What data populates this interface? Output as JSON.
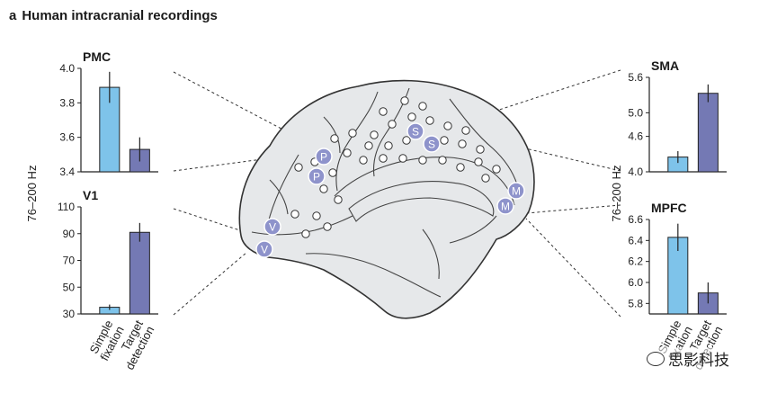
{
  "heading": {
    "letter": "a",
    "title": "Human intracranial recordings"
  },
  "y_axis_label": "76–200 Hz",
  "x_categories": [
    "Simple\nfixation",
    "Target\ndetection"
  ],
  "colors": {
    "bar_simple": "#7ec3ea",
    "bar_target": "#7479b4",
    "brain_fill": "#e6e8ea",
    "electrode_marker": "#8e93cb",
    "electrode_ring": "#ffffff"
  },
  "electrode_labels": [
    "P",
    "P",
    "S",
    "S",
    "M",
    "M",
    "V",
    "V"
  ],
  "watermark": "思影科技",
  "chart_data": [
    {
      "type": "bar",
      "title": "PMC",
      "categories": [
        "Simple fixation",
        "Target detection"
      ],
      "values": [
        3.89,
        3.53
      ],
      "errors": [
        0.09,
        0.07
      ],
      "ylim": [
        3.4,
        4.0
      ],
      "yticks": [
        "4.0",
        "3.8",
        "3.6",
        "3.4"
      ]
    },
    {
      "type": "bar",
      "title": "V1",
      "categories": [
        "Simple fixation",
        "Target detection"
      ],
      "values": [
        35,
        91
      ],
      "errors": [
        2,
        7
      ],
      "ylim": [
        30,
        110
      ],
      "yticks": [
        "110",
        "90",
        "70",
        "50",
        "30"
      ]
    },
    {
      "type": "bar",
      "title": "SMA",
      "categories": [
        "Simple fixation",
        "Target detection"
      ],
      "values": [
        4.25,
        5.33
      ],
      "errors": [
        0.1,
        0.15
      ],
      "ylim": [
        4.0,
        5.6
      ],
      "yticks": [
        "5.6",
        "5.0",
        "4.6",
        "4.0"
      ]
    },
    {
      "type": "bar",
      "title": "MPFC",
      "categories": [
        "Simple fixation",
        "Target detection"
      ],
      "values": [
        6.43,
        5.9
      ],
      "errors": [
        0.13,
        0.1
      ],
      "ylim": [
        5.7,
        6.6
      ],
      "yticks": [
        "6.6",
        "6.4",
        "6.2",
        "6.0",
        "5.8"
      ]
    }
  ]
}
